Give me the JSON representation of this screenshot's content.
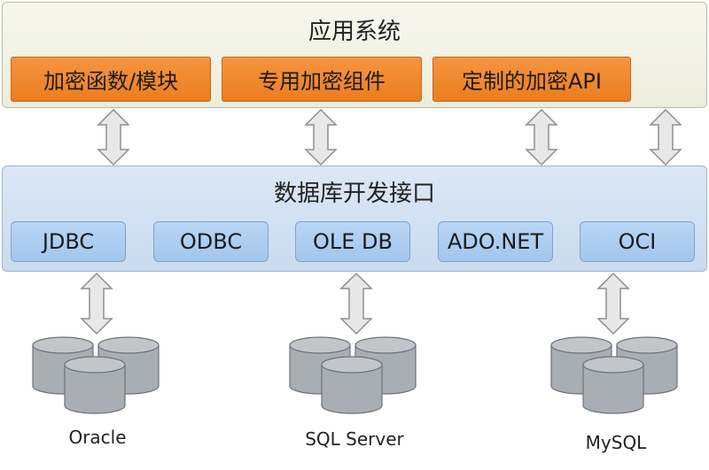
{
  "app_layer": {
    "title": "应用系统",
    "modules": [
      {
        "label": "加密函数/模块"
      },
      {
        "label": "专用加密组件"
      },
      {
        "label": "定制的加密API"
      }
    ]
  },
  "db_interface": {
    "title": "数据库开发接口",
    "apis": [
      {
        "label": "JDBC"
      },
      {
        "label": "ODBC"
      },
      {
        "label": "OLE DB"
      },
      {
        "label": "ADO.NET"
      },
      {
        "label": "OCI"
      }
    ]
  },
  "databases": [
    {
      "label": "Oracle"
    },
    {
      "label": "SQL Server"
    },
    {
      "label": "MySQL"
    }
  ],
  "colors": {
    "orange": "#f08a2c",
    "light_blue": "#a9cbef",
    "db_gray": "#a7acb2"
  }
}
